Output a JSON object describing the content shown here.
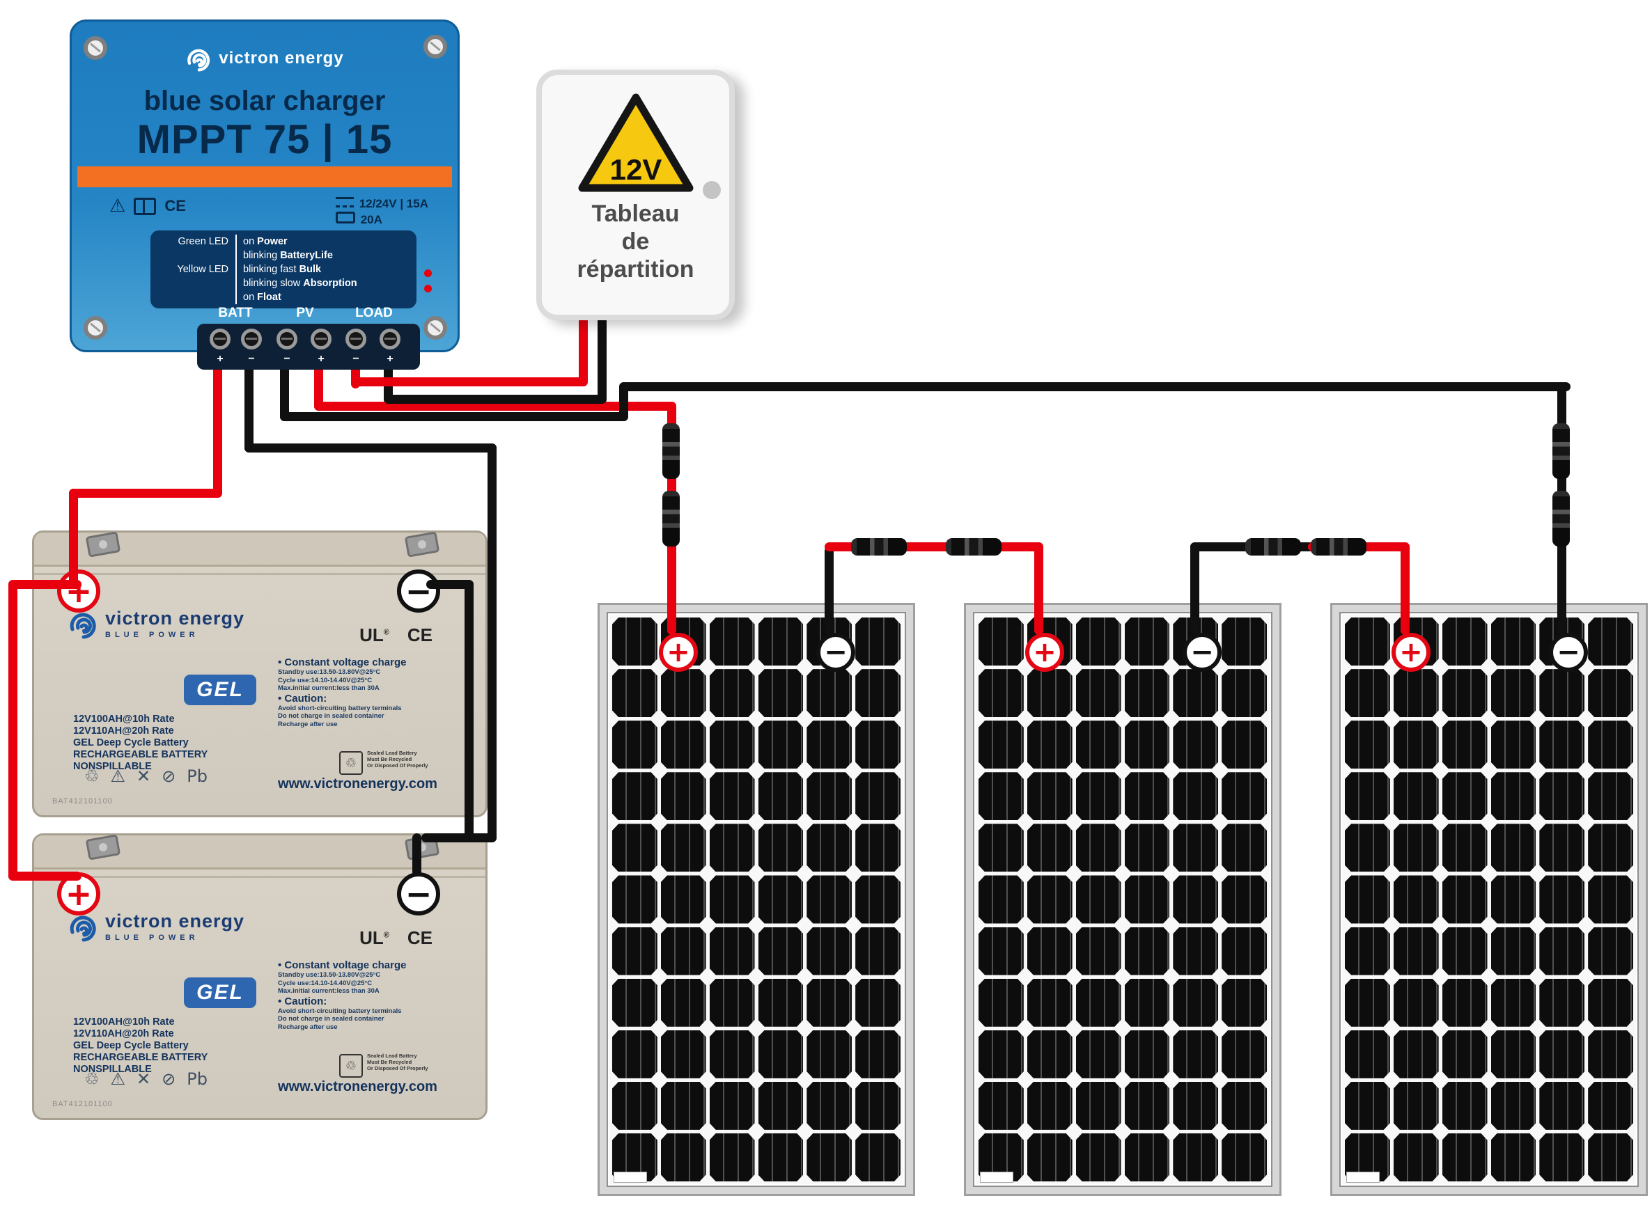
{
  "symbols": {
    "plus": "+",
    "minus": "−"
  },
  "colors": {
    "victron_blue": "#1e7cbf",
    "orange_stripe": "#f36f21",
    "wire_red": "#e8000f",
    "wire_black": "#101010",
    "battery_beige": "#d6cfc3",
    "warning_yellow": "#f6c80f"
  },
  "controller": {
    "brand": "victron energy",
    "product": "blue solar charger",
    "model": "MPPT 75 | 15",
    "warning_glyph": "⚠",
    "ce_mark": "CE",
    "spec_line1": "12/24V | 15A",
    "spec_line2": "20A",
    "led_legend": [
      {
        "led": "Green LED",
        "state": "on",
        "mode": "Power"
      },
      {
        "led": "",
        "state": "blinking",
        "mode": "BatteryLife"
      },
      {
        "led": "Yellow LED",
        "state": "blinking fast",
        "mode": "Bulk"
      },
      {
        "led": "",
        "state": "blinking slow",
        "mode": "Absorption"
      },
      {
        "led": "",
        "state": "on",
        "mode": "Float"
      }
    ],
    "terminal_groups": [
      "BATT",
      "PV",
      "LOAD"
    ],
    "terminal_signs": [
      "+",
      "−",
      "−",
      "+",
      "−",
      "+"
    ]
  },
  "distribution_panel": {
    "voltage": "12V",
    "label_lines": [
      "Tableau",
      "de",
      "répartition"
    ]
  },
  "battery": {
    "brand": "victron energy",
    "brand_sub": "BLUE POWER",
    "gel_label": "GEL",
    "ul_mark": "UL",
    "reg_mark": "®",
    "ce_mark": "CE",
    "ratings": [
      "12V100AH@10h Rate",
      "12V110AH@20h Rate",
      "GEL Deep Cycle Battery",
      "RECHARGEABLE BATTERY",
      "NONSPILLABLE"
    ],
    "charge_title": "• Constant voltage charge",
    "charge_lines": [
      "Standby use:13.50-13.80V@25°C",
      "Cycle use:14.10-14.40V@25°C",
      "Max.initial current:less than 30A"
    ],
    "caution_title": "• Caution:",
    "caution_lines": [
      "Avoid short-circuiting battery terminals",
      "Do not charge in sealed container",
      "Recharge after use"
    ],
    "seal_note": [
      "Sealed Lead Battery",
      "Must Be Recycled",
      "Or Disposed Of Properly"
    ],
    "bottom_icons": [
      {
        "name": "recycle-icon",
        "glyph": "♲"
      },
      {
        "name": "warning-icon",
        "glyph": "⚠"
      },
      {
        "name": "cross-icon",
        "glyph": "✕"
      },
      {
        "name": "prohibited-icon",
        "glyph": "⊘"
      },
      {
        "name": "lead-icon",
        "glyph": "Pb"
      }
    ],
    "website": "www.victronenergy.com",
    "code": "BAT412101100"
  },
  "panels": {
    "count": 3,
    "cols": 6,
    "rows": 11
  }
}
